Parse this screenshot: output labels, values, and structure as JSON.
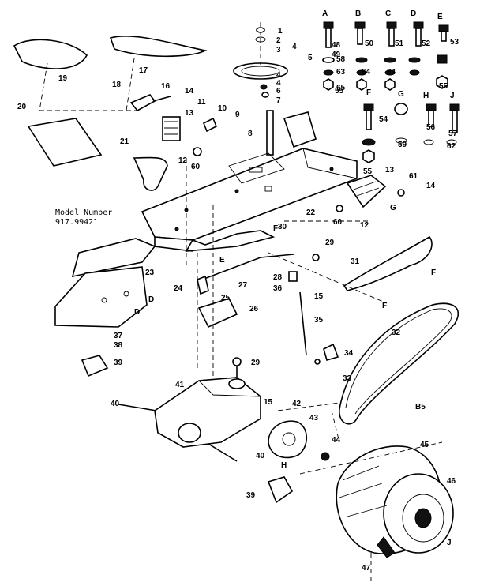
{
  "diagram": {
    "model_label": "Model Number",
    "model_number": "917.99421",
    "callouts": [
      "1",
      "2",
      "3",
      "4",
      "5",
      "6",
      "7",
      "8",
      "9",
      "10",
      "11",
      "12",
      "13",
      "14",
      "15",
      "16",
      "17",
      "18",
      "19",
      "20",
      "21",
      "22",
      "23",
      "24",
      "25",
      "26",
      "27",
      "28",
      "29",
      "30",
      "31",
      "32",
      "33",
      "34",
      "35",
      "36",
      "37",
      "38",
      "39",
      "40",
      "41",
      "42",
      "43",
      "44",
      "45",
      "46",
      "47",
      "48",
      "49",
      "50",
      "51",
      "52",
      "53",
      "54",
      "55",
      "56",
      "57",
      "58",
      "59",
      "60",
      "61",
      "62",
      "63",
      "64",
      "65",
      "B5",
      "A",
      "B",
      "C",
      "D",
      "E",
      "F",
      "G",
      "H",
      "J"
    ]
  }
}
